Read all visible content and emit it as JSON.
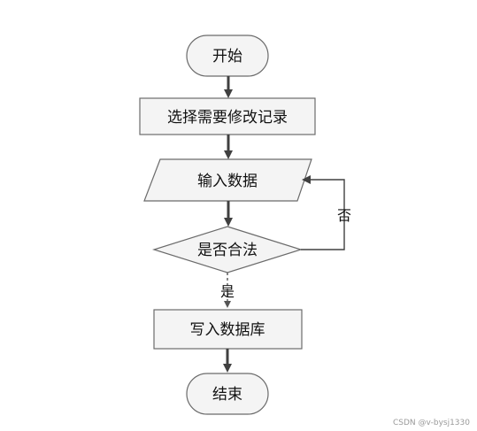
{
  "nodes": {
    "start": {
      "label": "开始"
    },
    "select": {
      "label": "选择需要修改记录"
    },
    "input": {
      "label": "输入数据"
    },
    "check": {
      "label": "是否合法"
    },
    "write": {
      "label": "写入数据库"
    },
    "end": {
      "label": "结束"
    }
  },
  "edges": {
    "no_label": "否",
    "yes_label": "是"
  },
  "watermark": "CSDN @v-bysj1330"
}
